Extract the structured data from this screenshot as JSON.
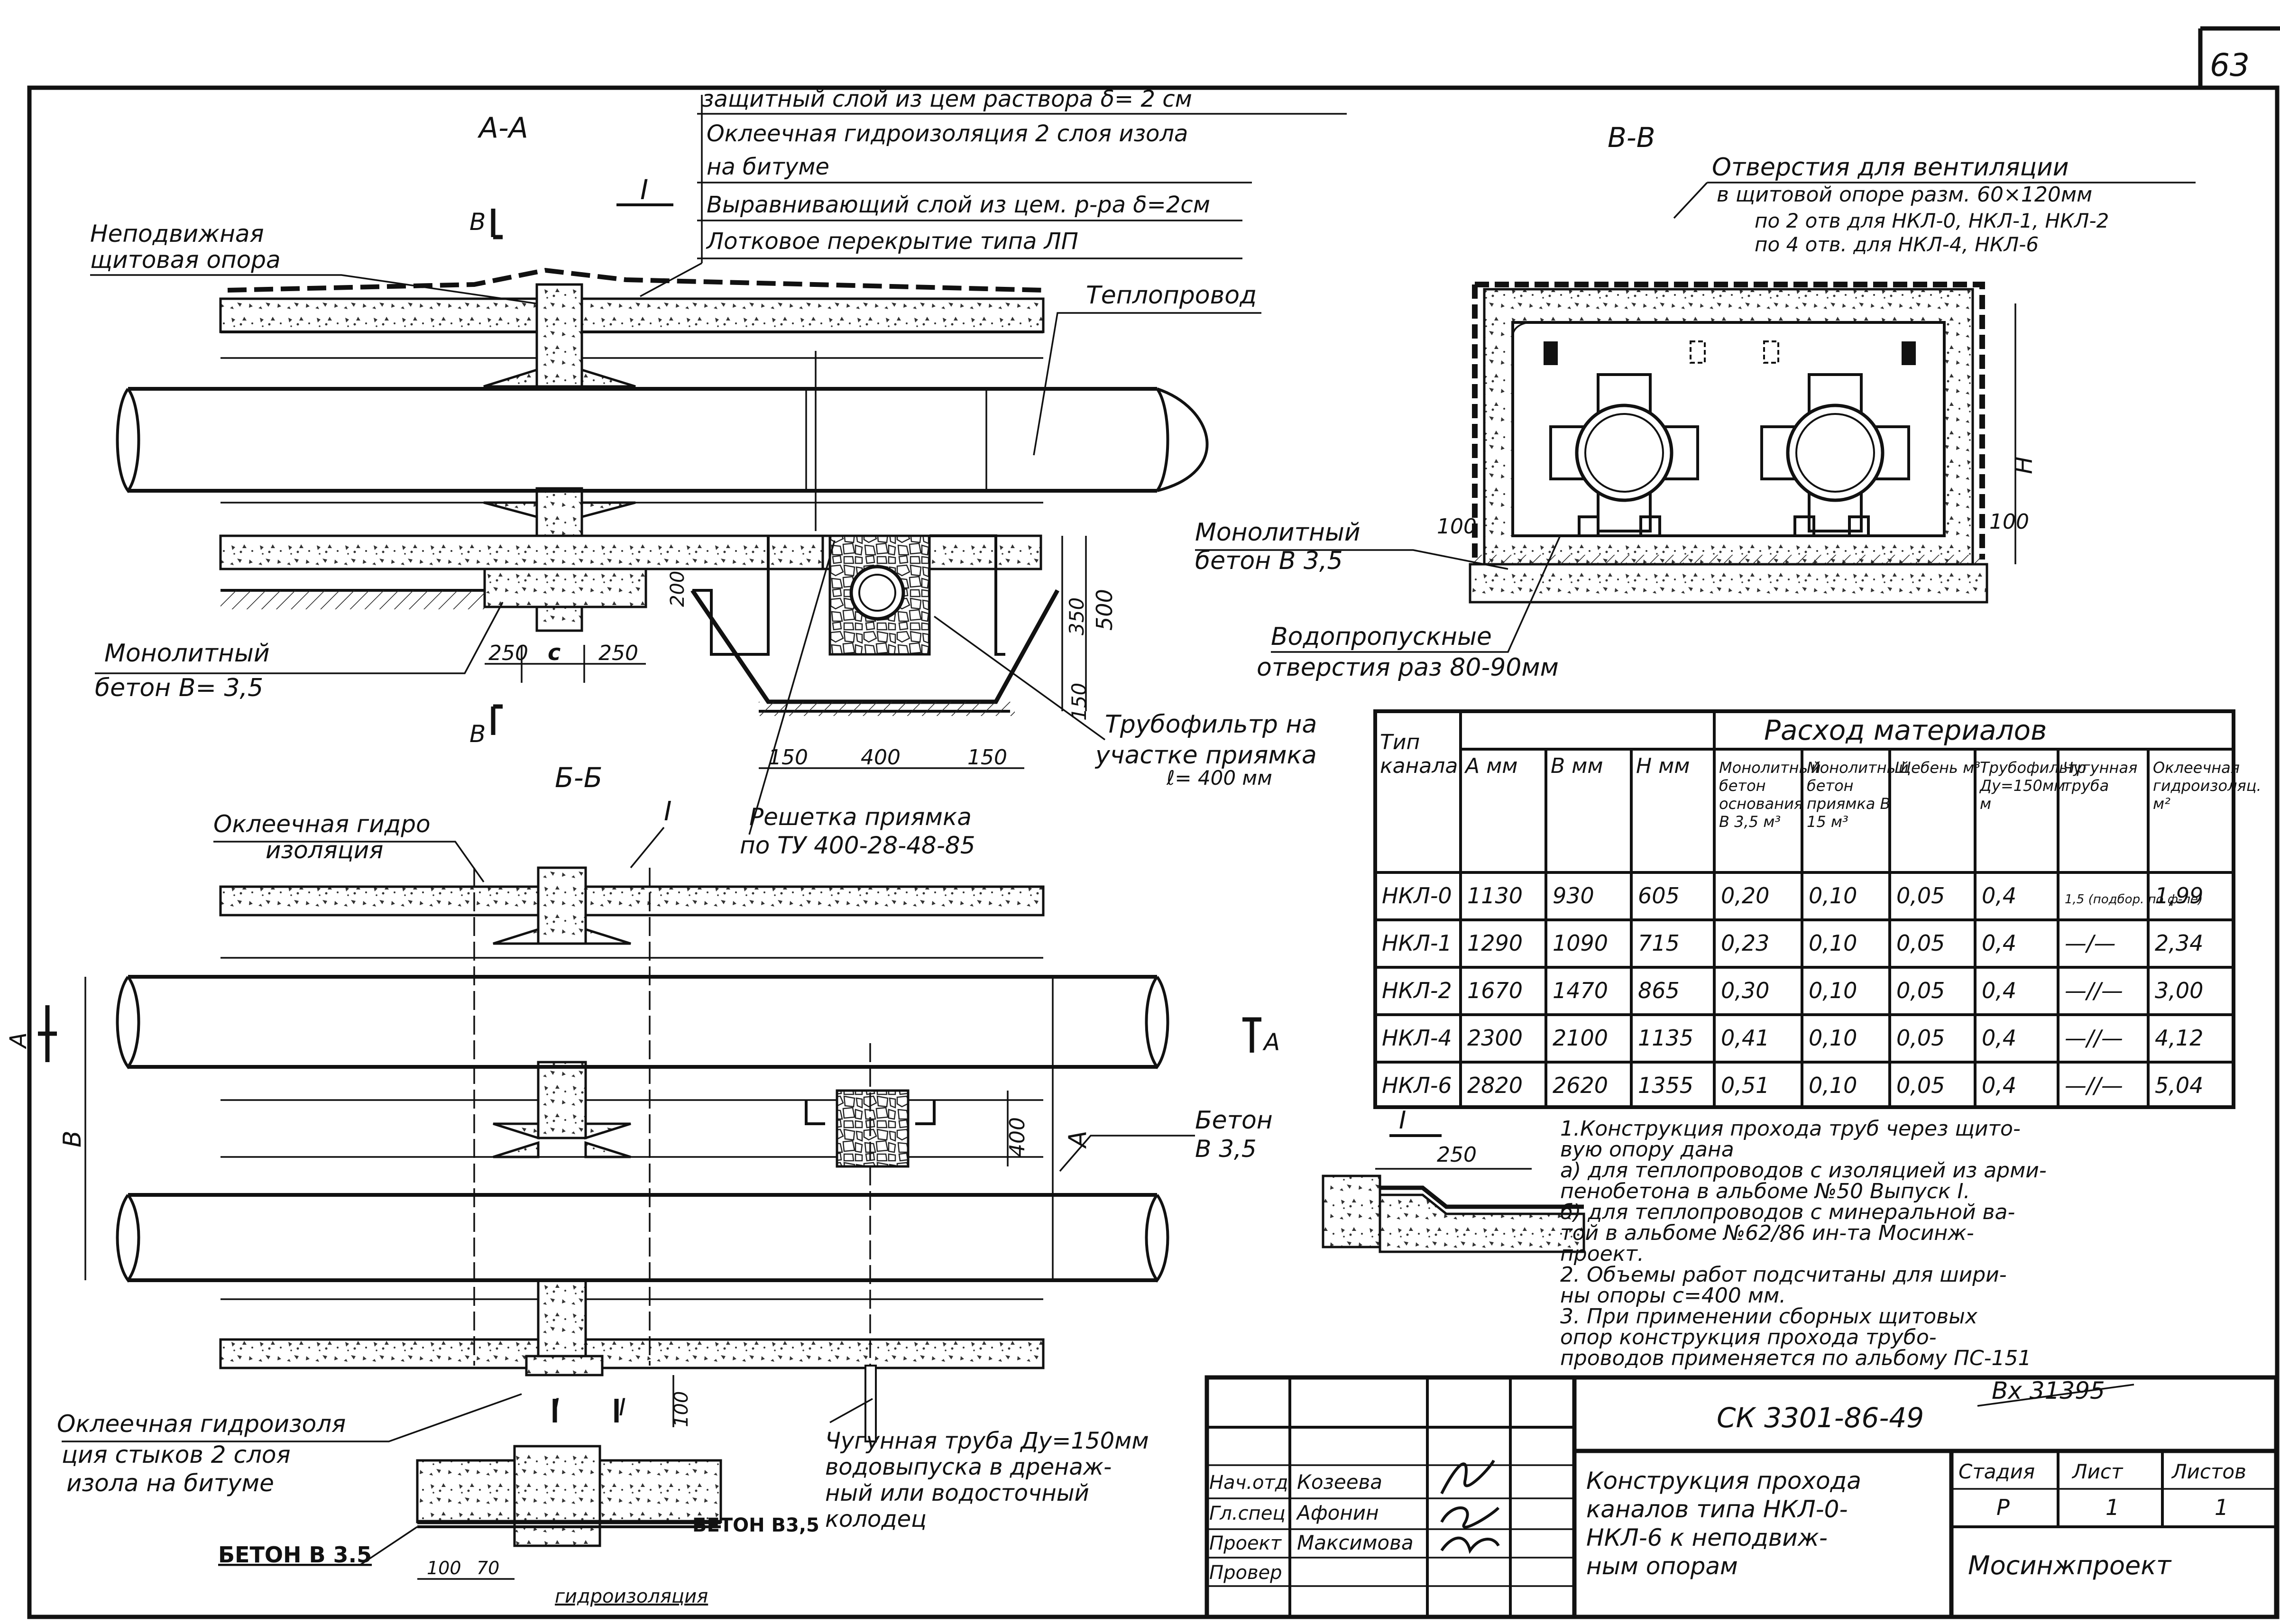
{
  "page_number": "63",
  "sections": {
    "aa": "А-А",
    "bb_top": "В-В",
    "bb": "Б-Б",
    "cut_b": "В",
    "cut_a": "А",
    "detail_I": "I"
  },
  "callouts": {
    "layer1": "защитный слой из цем раствора δ= 2 см",
    "layer2": "Оклеечная гидроизоляция 2 слоя изола",
    "layer2b": "на битуме",
    "layer3": "Выравнивающий слой из цем. р-ра δ=2см",
    "layer4": "Лотковое перекрытие типа ЛП",
    "fixed_support_1": "Неподвижная",
    "fixed_support_2": "щитовая опора",
    "heat_pipe": "Теплопровод",
    "monolith_1": "Монолитный",
    "monolith_2": "бетон   В= 3,5",
    "vent_1": "Отверстия для вентиляции",
    "vent_2": "в щитовой опоре разм. 60×120мм",
    "vent_3": "по 2 отв для НКЛ-0, НКЛ-1, НКЛ-2",
    "vent_4": "по 4 отв. для НКЛ-4, НКЛ-6",
    "monolith_top_1": "Монолитный",
    "monolith_top_2": "бетон В 3,5",
    "drain_holes_1": "Водопропускные",
    "drain_holes_2": "отверстия раз 80-90мм",
    "tube_filter_1": "Трубофильтр на",
    "tube_filter_2": "участке приямка",
    "tube_filter_3": "ℓ= 400 мм",
    "grate_1": "Решетка   приямка",
    "grate_2": "по ТУ 400-28-48-85",
    "glued_insul_1": "Оклеечная гидро",
    "glued_insul_2": "изоляция",
    "joint_insul_1": "Оклеечная гидроизоля",
    "joint_insul_2": "ция стыков 2 слоя",
    "joint_insul_3": "изола на битуме",
    "cast_pipe_1": "Чугунная труба Ду=150мм",
    "cast_pipe_2": "водовыпуска в дренаж-",
    "cast_pipe_3": "ный или водосточный",
    "cast_pipe_4": "колодец",
    "concrete_1": "Бетон",
    "concrete_2": "В 3,5",
    "beton_left": "БЕТОН  В 3.5",
    "beton_right": "БЕТОН В3,5",
    "waterproofing": "гидроизоляция"
  },
  "dimensions": {
    "d250a": "250",
    "dc": "с",
    "d250b": "250",
    "d200": "200",
    "d350": "350",
    "d500": "500",
    "d150v": "150",
    "d150a": "150",
    "d400": "400",
    "d150b": "150",
    "d100l": "100",
    "d100r": "100",
    "dH": "Н",
    "d250det": "250",
    "d400v": "400",
    "d100j": "100",
    "d100b": "100",
    "d70": "70",
    "dB": "В",
    "dA": "А"
  },
  "table": {
    "header_group": "Расход   материалов",
    "headers": [
      "Тип канала",
      "А мм",
      "В мм",
      "Н мм",
      "Монолитный бетон основания В 3,5 м³",
      "Монолитный бетон приямка В 15 м³",
      "Щебень м³",
      "Трубофильтр Ду=150мм м",
      "Чугунная труба",
      "Оклеечная гидроизоляц. м²"
    ],
    "rows": [
      [
        "НКЛ-0",
        "1130",
        "930",
        "605",
        "0,20",
        "0,10",
        "0,05",
        "0,4",
        "1,5 (подбор. по ф-ле)",
        "1,99"
      ],
      [
        "НКЛ-1",
        "1290",
        "1090",
        "715",
        "0,23",
        "0,10",
        "0,05",
        "0,4",
        "—/—",
        "2,34"
      ],
      [
        "НКЛ-2",
        "1670",
        "1470",
        "865",
        "0,30",
        "0,10",
        "0,05",
        "0,4",
        "—//—",
        "3,00"
      ],
      [
        "НКЛ-4",
        "2300",
        "2100",
        "1135",
        "0,41",
        "0,10",
        "0,05",
        "0,4",
        "—//—",
        "4,12"
      ],
      [
        "НКЛ-6",
        "2820",
        "2620",
        "1355",
        "0,51",
        "0,10",
        "0,05",
        "0,4",
        "—//—",
        "5,04"
      ]
    ]
  },
  "notes": [
    "1.Конструкция прохода труб через щито-",
    "вую опору дана",
    "а) для теплопроводов с изоляцией из арми-",
    "  пенобетона в альбоме №50 Выпуск I.",
    "б) для теплопроводов с минеральной ва-",
    "  той в альбоме №62/86 ин-та Мосинж-",
    "  проект.",
    "2. Объемы работ подсчитаны для шири-",
    "  ны опоры  с=400 мм.",
    "3. При применении сборных щитовых",
    "  опор конструкция прохода трубо-",
    "  проводов применяется по альбому ПС-151"
  ],
  "title_block": {
    "inv_no": "Вх 31395",
    "doc_code": "СК 3301-86-49",
    "roles": [
      "Нач.отд",
      "Гл.спец",
      "Проект",
      "Провер"
    ],
    "names": [
      "Козеева",
      "Афонин",
      "Максимова",
      ""
    ],
    "title_lines": [
      "Конструкция прохода",
      "каналов типа НКЛ-0-",
      "НКЛ-6 к неподвиж-",
      "ным опорам"
    ],
    "stage_label": "Стадия",
    "sheet_label": "Лист",
    "sheets_label": "Листов",
    "stage": "Р",
    "sheet": "1",
    "sheets": "1",
    "org": "Мосинжпроект"
  }
}
